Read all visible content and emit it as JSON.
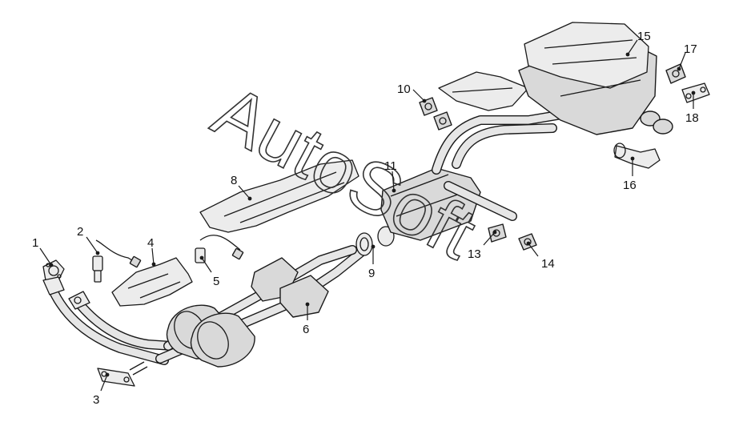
{
  "watermark": "AutoSoft",
  "callouts": [
    {
      "id": "1",
      "label": "1"
    },
    {
      "id": "2",
      "label": "2"
    },
    {
      "id": "3",
      "label": "3"
    },
    {
      "id": "4",
      "label": "4"
    },
    {
      "id": "5",
      "label": "5"
    },
    {
      "id": "6",
      "label": "6"
    },
    {
      "id": "8",
      "label": "8"
    },
    {
      "id": "9",
      "label": "9"
    },
    {
      "id": "10",
      "label": "10"
    },
    {
      "id": "11",
      "label": "11"
    },
    {
      "id": "13",
      "label": "13"
    },
    {
      "id": "14",
      "label": "14"
    },
    {
      "id": "15",
      "label": "15"
    },
    {
      "id": "16",
      "label": "16"
    },
    {
      "id": "17",
      "label": "17"
    },
    {
      "id": "18",
      "label": "18"
    }
  ]
}
